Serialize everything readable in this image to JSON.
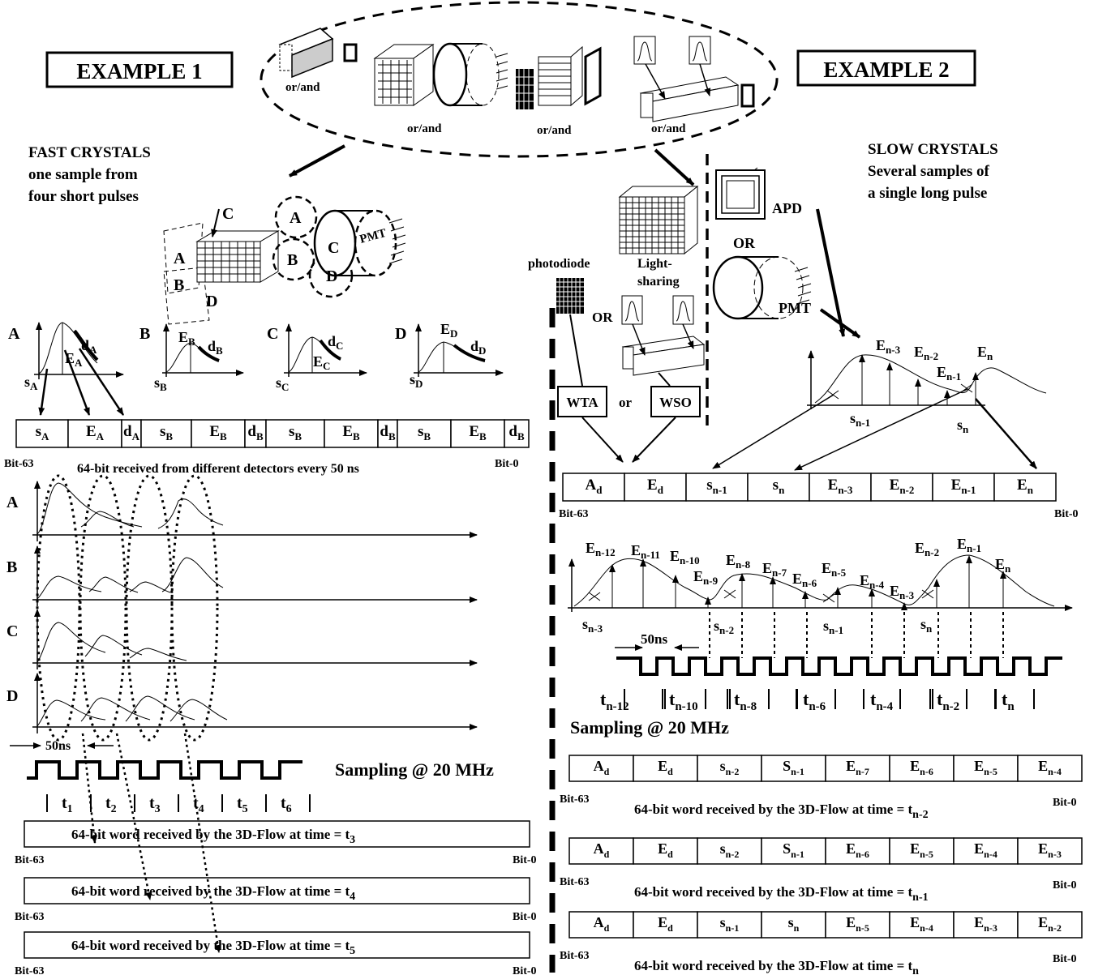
{
  "example1": {
    "title": "EXAMPLE 1",
    "subtitle": [
      "FAST CRYSTALS",
      "one sample from",
      "four short pulses"
    ],
    "block_labels": [
      "A",
      "B",
      "C",
      "D"
    ],
    "pmt": "PMT",
    "word_fields": [
      {
        "b": "s",
        "s": "A"
      },
      {
        "b": "E",
        "s": "A"
      },
      {
        "b": "d",
        "s": "A"
      },
      {
        "b": "s",
        "s": "B"
      },
      {
        "b": "E",
        "s": "B"
      },
      {
        "b": "d",
        "s": "B"
      },
      {
        "b": "s",
        "s": "B"
      },
      {
        "b": "E",
        "s": "B"
      },
      {
        "b": "d",
        "s": "B"
      },
      {
        "b": "s",
        "s": "B"
      },
      {
        "b": "E",
        "s": "B"
      },
      {
        "b": "d",
        "s": "B"
      }
    ],
    "bit_high": "Bit-63",
    "bit_low": "Bit-0",
    "word_caption": "64-bit received from different detectors every 50 ns",
    "trace_labels": [
      "A",
      "B",
      "C",
      "D"
    ],
    "period": "50ns",
    "sampling": "Sampling @ 20 MHz",
    "time_ticks": [
      "1",
      "2",
      "3",
      "4",
      "5",
      "6"
    ],
    "words": [
      {
        "text": "64-bit word received by the 3D-Flow at time = t",
        "sub": "3"
      },
      {
        "text": "64-bit word received by the 3D-Flow at time = t",
        "sub": "4"
      },
      {
        "text": "64-bit word received by the 3D-Flow at time = t",
        "sub": "5"
      }
    ]
  },
  "top": {
    "or_and": "or/and"
  },
  "example2": {
    "title": "EXAMPLE 2",
    "subtitle": [
      "SLOW CRYSTALS",
      "Several samples of",
      "a single long pulse"
    ],
    "apd": "APD",
    "or": "OR",
    "pmt": "PMT",
    "photodiode": "photodiode",
    "light_sharing": [
      "Light-",
      "sharing"
    ],
    "wta": "WTA",
    "wso": "WSO",
    "or_small": "or",
    "word_fields": [
      {
        "b": "A",
        "s": "d"
      },
      {
        "b": "E",
        "s": "d"
      },
      {
        "b": "s",
        "s": "n-1"
      },
      {
        "b": "s",
        "s": "n"
      },
      {
        "b": "E",
        "s": "n-3"
      },
      {
        "b": "E",
        "s": "n-2"
      },
      {
        "b": "E",
        "s": "n-1"
      },
      {
        "b": "E",
        "s": "n"
      }
    ],
    "bit_high": "Bit-63",
    "bit_low": "Bit-0",
    "period": "50ns",
    "sampling": "Sampling  @ 20 MHz",
    "time_ticks": [
      "n-12",
      "n-10",
      "n-8",
      "n-6",
      "n-4",
      "n-2",
      "n"
    ],
    "words": [
      {
        "fields": [
          {
            "b": "A",
            "s": "d"
          },
          {
            "b": "E",
            "s": "d"
          },
          {
            "b": "s",
            "s": "n-2"
          },
          {
            "b": "S",
            "s": "n-1"
          },
          {
            "b": "E",
            "s": "n-7"
          },
          {
            "b": "E",
            "s": "n-6"
          },
          {
            "b": "E",
            "s": "n-5"
          },
          {
            "b": "E",
            "s": "n-4"
          }
        ],
        "caption": "64-bit word received by the 3D-Flow at time = t",
        "sub": "n-2"
      },
      {
        "fields": [
          {
            "b": "A",
            "s": "d"
          },
          {
            "b": "E",
            "s": "d"
          },
          {
            "b": "s",
            "s": "n-2"
          },
          {
            "b": "S",
            "s": "n-1"
          },
          {
            "b": "E",
            "s": "n-6"
          },
          {
            "b": "E",
            "s": "n-5"
          },
          {
            "b": "E",
            "s": "n-4"
          },
          {
            "b": "E",
            "s": "n-3"
          }
        ],
        "caption": "64-bit word received by the 3D-Flow at time = t",
        "sub": "n-1"
      },
      {
        "fields": [
          {
            "b": "A",
            "s": "d"
          },
          {
            "b": "E",
            "s": "d"
          },
          {
            "b": "s",
            "s": "n-1"
          },
          {
            "b": "s",
            "s": "n"
          },
          {
            "b": "E",
            "s": "n-5"
          },
          {
            "b": "E",
            "s": "n-4"
          },
          {
            "b": "E",
            "s": "n-3"
          },
          {
            "b": "E",
            "s": "n-2"
          }
        ],
        "caption": "64-bit word received by the 3D-Flow at time = t",
        "sub": "n"
      }
    ]
  }
}
